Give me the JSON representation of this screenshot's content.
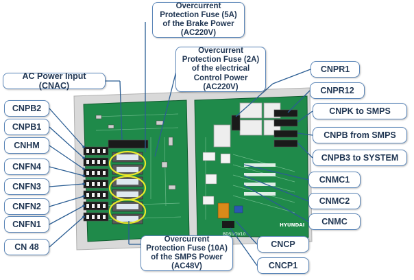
{
  "labels": {
    "fuse_brake": "Overcurrent Protection Fuse (5A) of the Brake Power (AC220V)",
    "fuse_control": "Overcurrent Protection Fuse (2A) of the electrical Control Power (AC220V)",
    "ac_power_input": "AC Power Input (CNAC)",
    "fuse_smps": "Overcurrent Protection Fuse (10A) of the SMPS Power (AC48V)",
    "cnpb2": "CNPB2",
    "cnpb1": "CNPB1",
    "cnhm": "CNHM",
    "cnfn4": "CNFN4",
    "cnfn3": "CNFN3",
    "cnfn2": "CNFN2",
    "cnfn1": "CNFN1",
    "cn48": "CN 48",
    "cnpr1": "CNPR1",
    "cnpr12": "CNPR12",
    "cnpk_smps": "CNPK to SMPS",
    "cnpb_from_smps": "CNPB from SMPS",
    "cnpb3_system": "CNPB3 to SYSTEM",
    "cnmc1": "CNMC1",
    "cnmc2": "CNMC2",
    "cnmc": "CNMC",
    "cncp": "CNCP",
    "cncp1": "CNCP1"
  },
  "board_marks": {
    "brand": "HYUNDAI",
    "model": "BD5UOV10"
  },
  "colors": {
    "callout_border": "#5b86b8",
    "callout_text": "#1f3552",
    "leader_line": "#2a5d93",
    "pcb_green": "#1f8a4a",
    "highlight": "#e8ea2a"
  }
}
